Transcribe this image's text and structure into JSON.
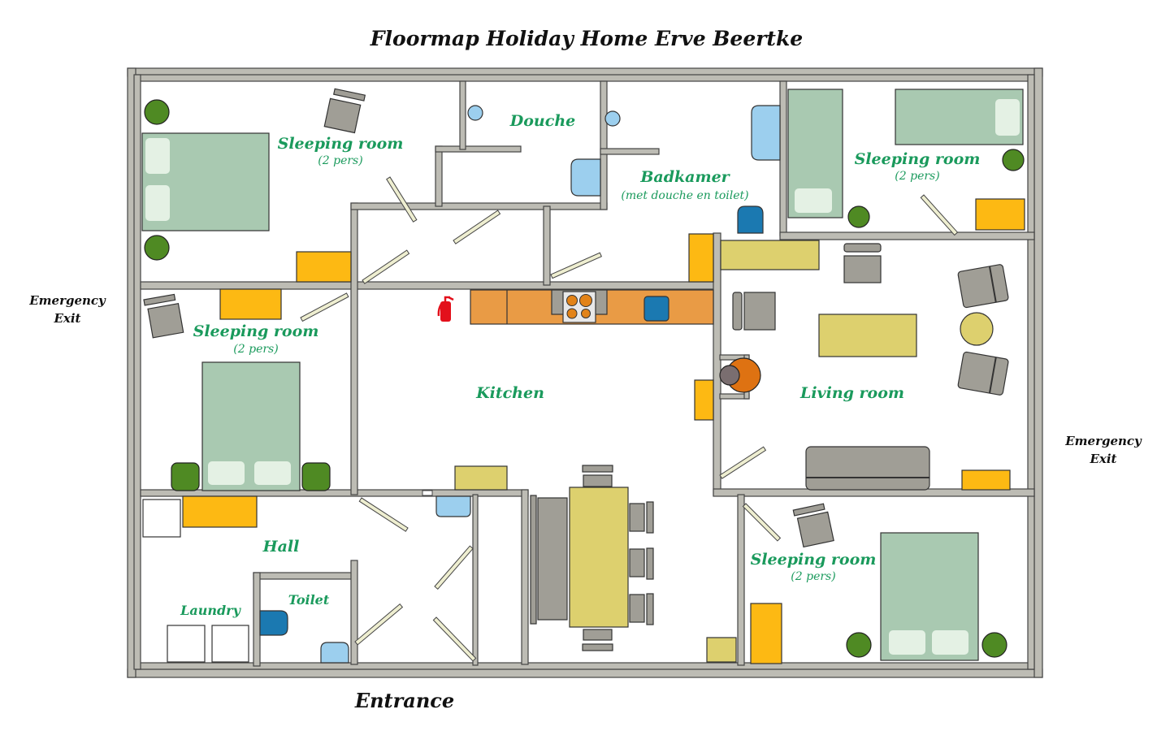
{
  "title": "Floormap Holiday Home Erve Beertke",
  "outside_labels": {
    "emergency_exit_left": [
      "Emergency",
      "Exit"
    ],
    "emergency_exit_right": [
      "Emergency",
      "Exit"
    ],
    "entrance": "Entrance"
  },
  "rooms": {
    "sleeping_nw": {
      "name": "Sleeping room",
      "capacity": "(2 pers)"
    },
    "douche": {
      "name": "Douche"
    },
    "badkamer": {
      "name": "Badkamer",
      "note": "(met douche en toilet)"
    },
    "sleeping_ne": {
      "name": "Sleeping room",
      "capacity": "(2 pers)"
    },
    "sleeping_w": {
      "name": "Sleeping room",
      "capacity": "(2 pers)"
    },
    "kitchen": {
      "name": "Kitchen"
    },
    "living": {
      "name": "Living room"
    },
    "hall": {
      "name": "Hall"
    },
    "laundry": {
      "name": "Laundry"
    },
    "toilet": {
      "name": "Toilet"
    },
    "sleeping_se": {
      "name": "Sleeping room",
      "capacity": "(2 pers)"
    }
  },
  "colors": {
    "room_label": "#1a9a5c",
    "wall": "#bdbcb4",
    "bed": "#a9c9b1",
    "cabinet": "#fdb913",
    "plant": "#4f8a23",
    "sanitary": "#9ccfee",
    "toilet": "#1b79b1",
    "table": "#ddd06e",
    "kitchen_counter": "#e99b45",
    "fire_extinguisher": "#e3101b"
  },
  "icons": {
    "fire_extinguisher": "fire-extinguisher-icon",
    "stove": "stove-icon",
    "fireplace": "fireplace-icon"
  }
}
